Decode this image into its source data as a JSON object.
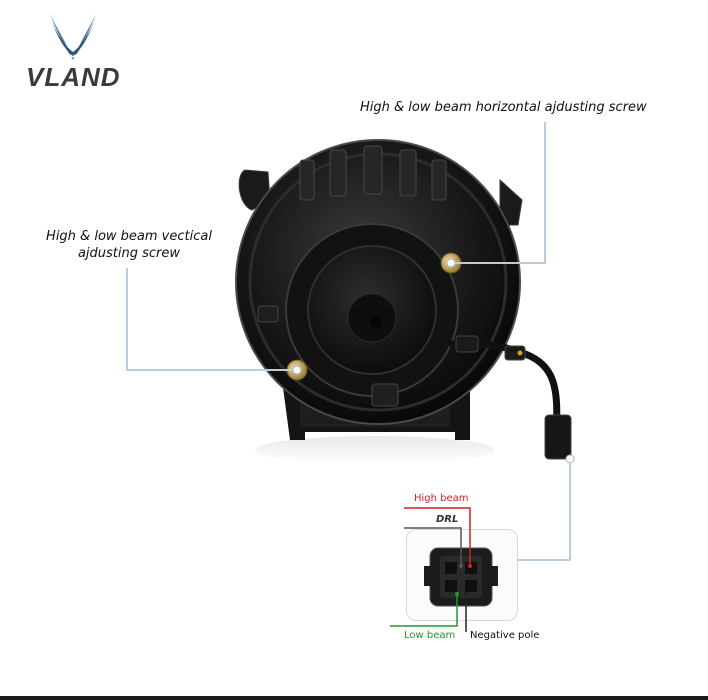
{
  "brand": {
    "name": "VLAND",
    "logo_icon": "v-wings-logo-icon"
  },
  "callouts": {
    "horizontal_screw": "High & low beam horizontal ajdusting screw",
    "vertical_screw_line1": "High & low beam vectical",
    "vertical_screw_line2": "ajdusting screw"
  },
  "connector_pins": {
    "high_beam": "High beam",
    "drl": "DRL",
    "low_beam": "Low beam",
    "negative_pole": "Negative pole"
  },
  "colors": {
    "leader_line": "#b9cde0",
    "high_beam": "#d42020",
    "low_beam": "#1f9a2c",
    "drl": "#555555",
    "negative": "#222222",
    "logo_blue": "#3e6e98"
  }
}
